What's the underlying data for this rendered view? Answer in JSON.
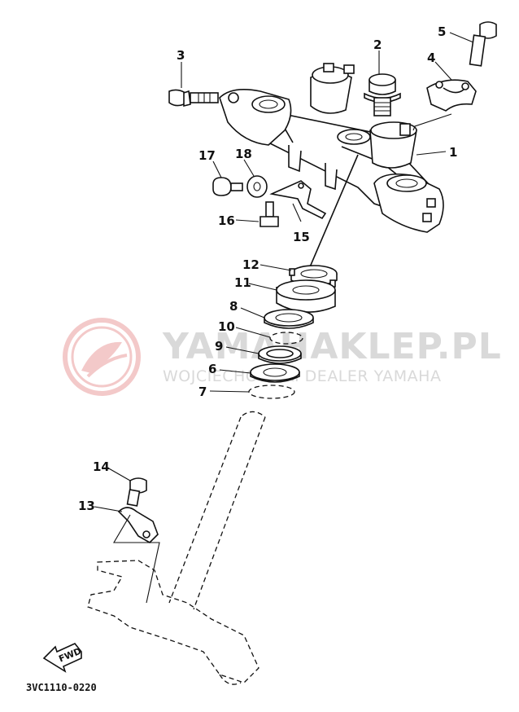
{
  "watermark": {
    "brand": "YAMAHAKLEP.PL",
    "tagline": "WOJCIECHOWSKI DEALER YAMAHA",
    "logo_icon": "wing-logo-icon",
    "color": "#d9d9d9",
    "logo_color": "#f2c4c4"
  },
  "callouts": [
    "1",
    "2",
    "3",
    "4",
    "5",
    "6",
    "7",
    "8",
    "9",
    "10",
    "11",
    "12",
    "13",
    "14",
    "15",
    "16",
    "17",
    "18"
  ],
  "diagram_code": "3VC1110-0220",
  "direction_label": "FWD"
}
